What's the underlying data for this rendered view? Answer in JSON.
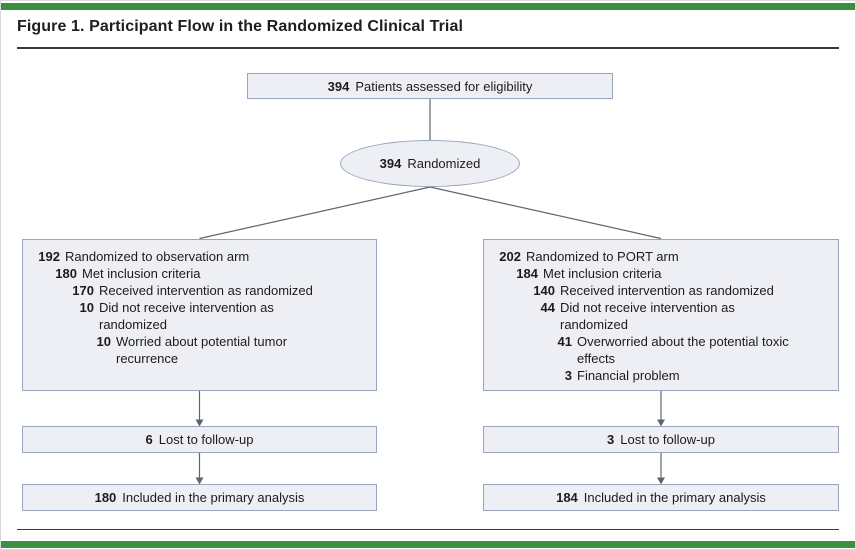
{
  "colors": {
    "accent_green": "#3a8f41",
    "box_fill": "#edeff4",
    "box_border": "#99a5bd",
    "connector": "#5d666f",
    "text": "#1c1c1c"
  },
  "header": {
    "figure_label": "Figure 1.",
    "title": "Participant Flow in the Randomized Clinical Trial"
  },
  "flow": {
    "eligibility": {
      "num": "394",
      "text": "Patients assessed for eligibility"
    },
    "randomized": {
      "num": "394",
      "text": "Randomized"
    },
    "observation_arm": {
      "lines": [
        {
          "num": "192",
          "text": "Randomized to observation arm",
          "level": 0
        },
        {
          "num": "180",
          "text": "Met inclusion criteria",
          "level": 1
        },
        {
          "num": "170",
          "text": "Received intervention as randomized",
          "level": 2
        },
        {
          "num": "10",
          "text": "Did not receive intervention as randomized",
          "level": 2
        },
        {
          "num": "10",
          "text": "Worried about potential tumor recurrence",
          "level": 3
        }
      ]
    },
    "port_arm": {
      "lines": [
        {
          "num": "202",
          "text": "Randomized to PORT arm",
          "level": 0
        },
        {
          "num": "184",
          "text": "Met inclusion criteria",
          "level": 1
        },
        {
          "num": "140",
          "text": "Received intervention as randomized",
          "level": 2
        },
        {
          "num": "44",
          "text": "Did not receive intervention as randomized",
          "level": 2
        },
        {
          "num": "41",
          "text": "Overworried about the potential toxic effects",
          "level": 3
        },
        {
          "num": "3",
          "text": "Financial problem",
          "level": 3
        }
      ]
    },
    "observation_lost": {
      "num": "6",
      "text": "Lost to follow-up"
    },
    "port_lost": {
      "num": "3",
      "text": "Lost to follow-up"
    },
    "observation_included": {
      "num": "180",
      "text": "Included in the primary analysis"
    },
    "port_included": {
      "num": "184",
      "text": "Included in the primary analysis"
    }
  }
}
